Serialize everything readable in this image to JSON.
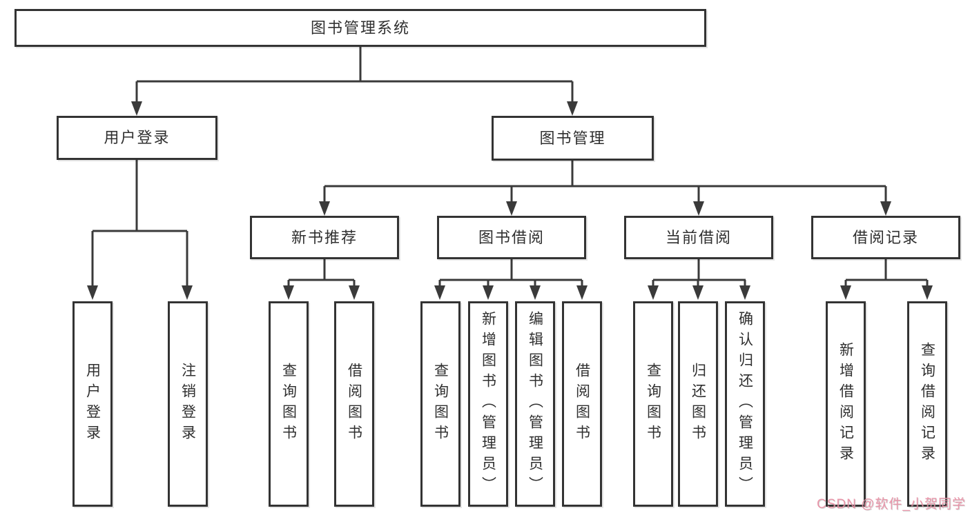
{
  "tree": {
    "label": "图书管理系统",
    "children": [
      {
        "label": "用户登录",
        "children": [
          {
            "label": "用户登录"
          },
          {
            "label": "注销登录"
          }
        ]
      },
      {
        "label": "图书管理",
        "children": [
          {
            "label": "新书推荐",
            "children": [
              {
                "label": "查询图书"
              },
              {
                "label": "借阅图书"
              }
            ]
          },
          {
            "label": "图书借阅",
            "children": [
              {
                "label": "查询图书"
              },
              {
                "label": "新增图书（管理员）"
              },
              {
                "label": "编辑图书（管理员）"
              },
              {
                "label": "借阅图书"
              }
            ]
          },
          {
            "label": "当前借阅",
            "children": [
              {
                "label": "查询图书"
              },
              {
                "label": "归还图书"
              },
              {
                "label": "确认归还（管理员）"
              }
            ]
          },
          {
            "label": "借阅记录",
            "children": [
              {
                "label": "新增借阅记录"
              },
              {
                "label": "查询借阅记录"
              }
            ]
          }
        ]
      }
    ]
  },
  "watermark": {
    "text": "CSDN @软件_小贺同学"
  },
  "colors": {
    "background": "#ffffff",
    "box_border": "#333333",
    "connector_line": "#3a3a3a",
    "text": "#2f2f2f",
    "watermark": "#e98aa0"
  }
}
